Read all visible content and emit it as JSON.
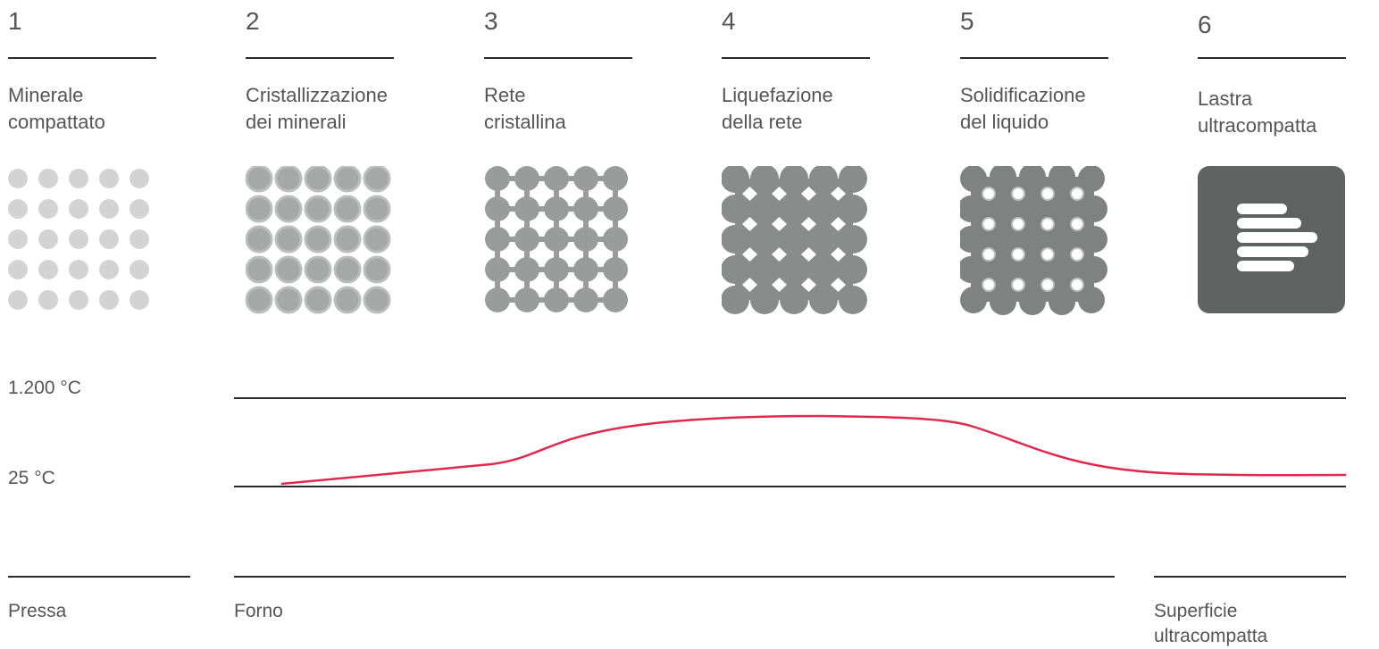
{
  "steps": [
    {
      "number": "1",
      "title_line1": "Minerale",
      "title_line2": "compattato"
    },
    {
      "number": "2",
      "title_line1": "Cristallizzazione",
      "title_line2": "dei minerali"
    },
    {
      "number": "3",
      "title_line1": "Rete",
      "title_line2": "cristallina"
    },
    {
      "number": "4",
      "title_line1": "Liquefazione",
      "title_line2": "della rete"
    },
    {
      "number": "5",
      "title_line1": "Solidificazione",
      "title_line2": "del liquido"
    },
    {
      "number": "6",
      "title_line1": "Lastra",
      "title_line2": "ultracompatta"
    }
  ],
  "temperature": {
    "high_label": "1.200 °C",
    "low_label": "25 °C",
    "curve_color": "#e0294f"
  },
  "stages": [
    {
      "line1": "Pressa",
      "line2": ""
    },
    {
      "line1": "Forno",
      "line2": ""
    },
    {
      "line1": "Superficie",
      "line2": "ultracompatta"
    }
  ],
  "colors": {
    "dot_light": "#d3d3d3",
    "dot_mid": "#a6a8a7",
    "dot_ring": "#bcbebd",
    "network": "#9a9c9b",
    "liquid": "#7f8281",
    "slab": "#5f6362",
    "line": "#2a2a2a"
  }
}
